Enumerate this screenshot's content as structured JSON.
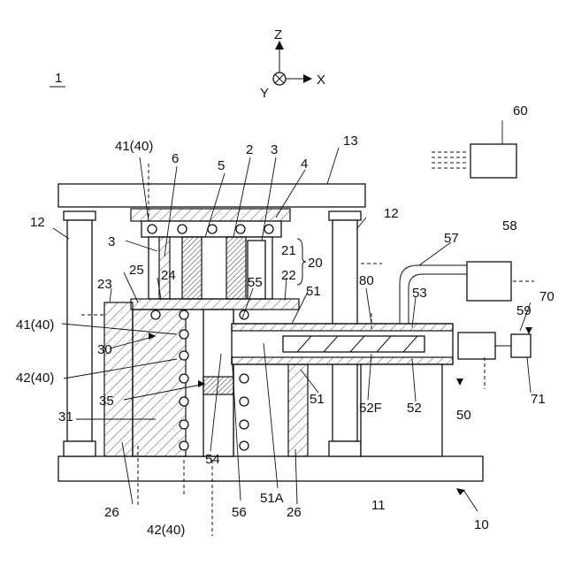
{
  "figure_number": "1",
  "axes": {
    "z": "Z",
    "x": "X",
    "y": "Y"
  },
  "labels": [
    "60",
    "13",
    "41(40)",
    "6",
    "5",
    "2",
    "3",
    "4",
    "12",
    "12",
    "3",
    "21",
    "20",
    "25",
    "24",
    "22",
    "57",
    "58",
    "23",
    "55",
    "51",
    "80",
    "53",
    "70",
    "59",
    "41(40)",
    "30",
    "42(40)",
    "51",
    "52F",
    "52",
    "71",
    "35",
    "50",
    "31",
    "54",
    "51A",
    "26",
    "26",
    "56",
    "11",
    "10",
    "42(40)"
  ]
}
